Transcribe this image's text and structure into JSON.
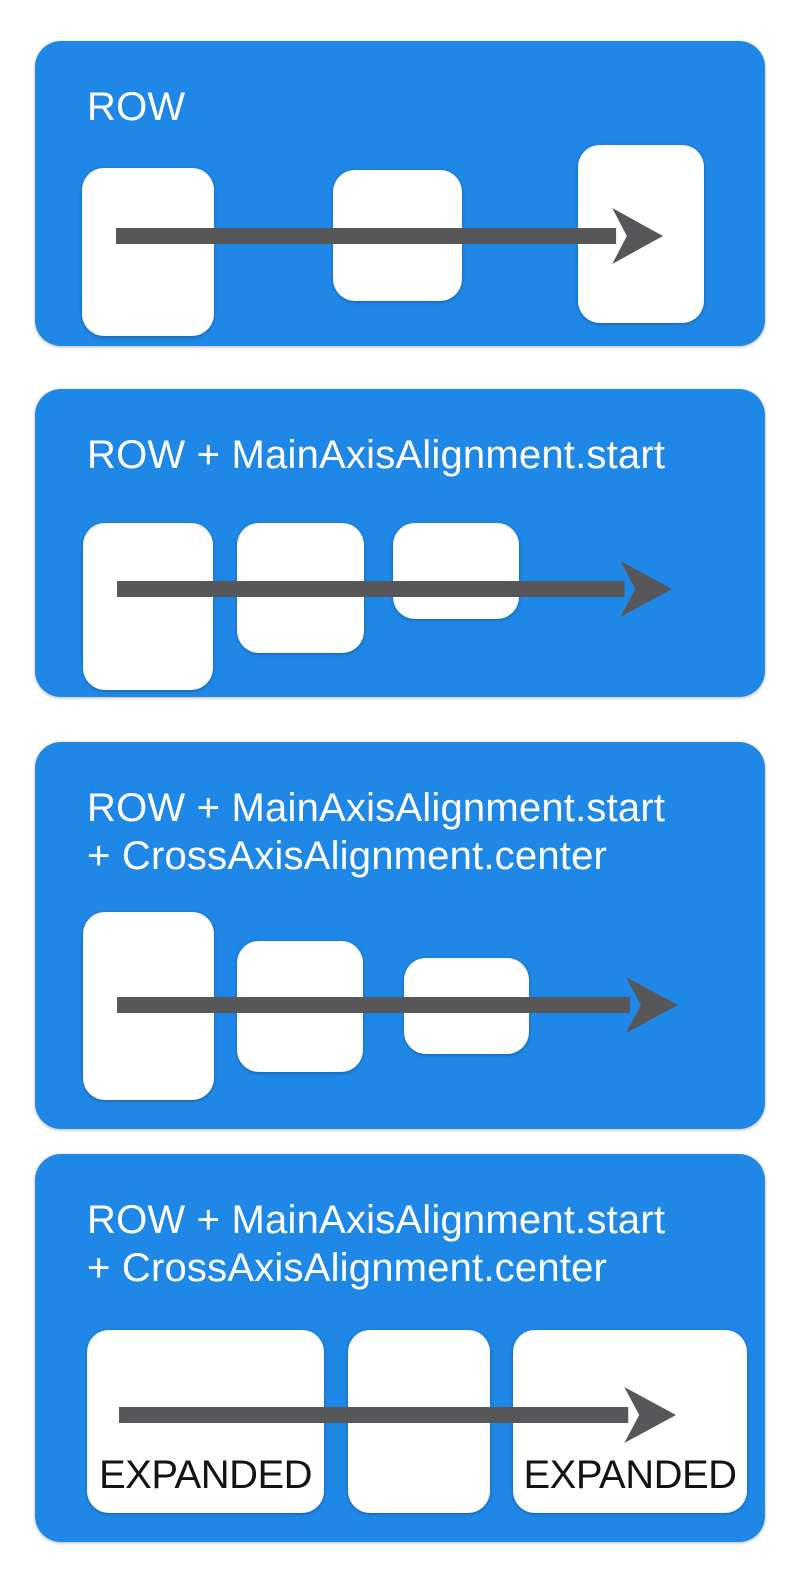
{
  "colors": {
    "panel_blue": "#1f87e5",
    "arrow_gray": "#57575a",
    "box_white": "#ffffff",
    "label_black": "#141414",
    "title_white": "#ffffff",
    "page_bg": "#ffffff"
  },
  "panels": [
    {
      "name": "row",
      "title_lines": [
        "ROW"
      ],
      "boxes": [
        {
          "label": ""
        },
        {
          "label": ""
        },
        {
          "label": ""
        }
      ]
    },
    {
      "name": "row-main-axis-start",
      "title_lines": [
        "ROW + MainAxisAlignment.start"
      ],
      "boxes": [
        {
          "label": ""
        },
        {
          "label": ""
        },
        {
          "label": ""
        }
      ]
    },
    {
      "name": "row-main-start-cross-center",
      "title_lines": [
        "ROW + MainAxisAlignment.start",
        "+ CrossAxisAlignment.center"
      ],
      "boxes": [
        {
          "label": ""
        },
        {
          "label": ""
        },
        {
          "label": ""
        }
      ]
    },
    {
      "name": "row-main-start-cross-center-expanded",
      "title_lines": [
        "ROW + MainAxisAlignment.start",
        "+ CrossAxisAlignment.center"
      ],
      "boxes": [
        {
          "label": "EXPANDED"
        },
        {
          "label": ""
        },
        {
          "label": "EXPANDED"
        }
      ]
    }
  ]
}
